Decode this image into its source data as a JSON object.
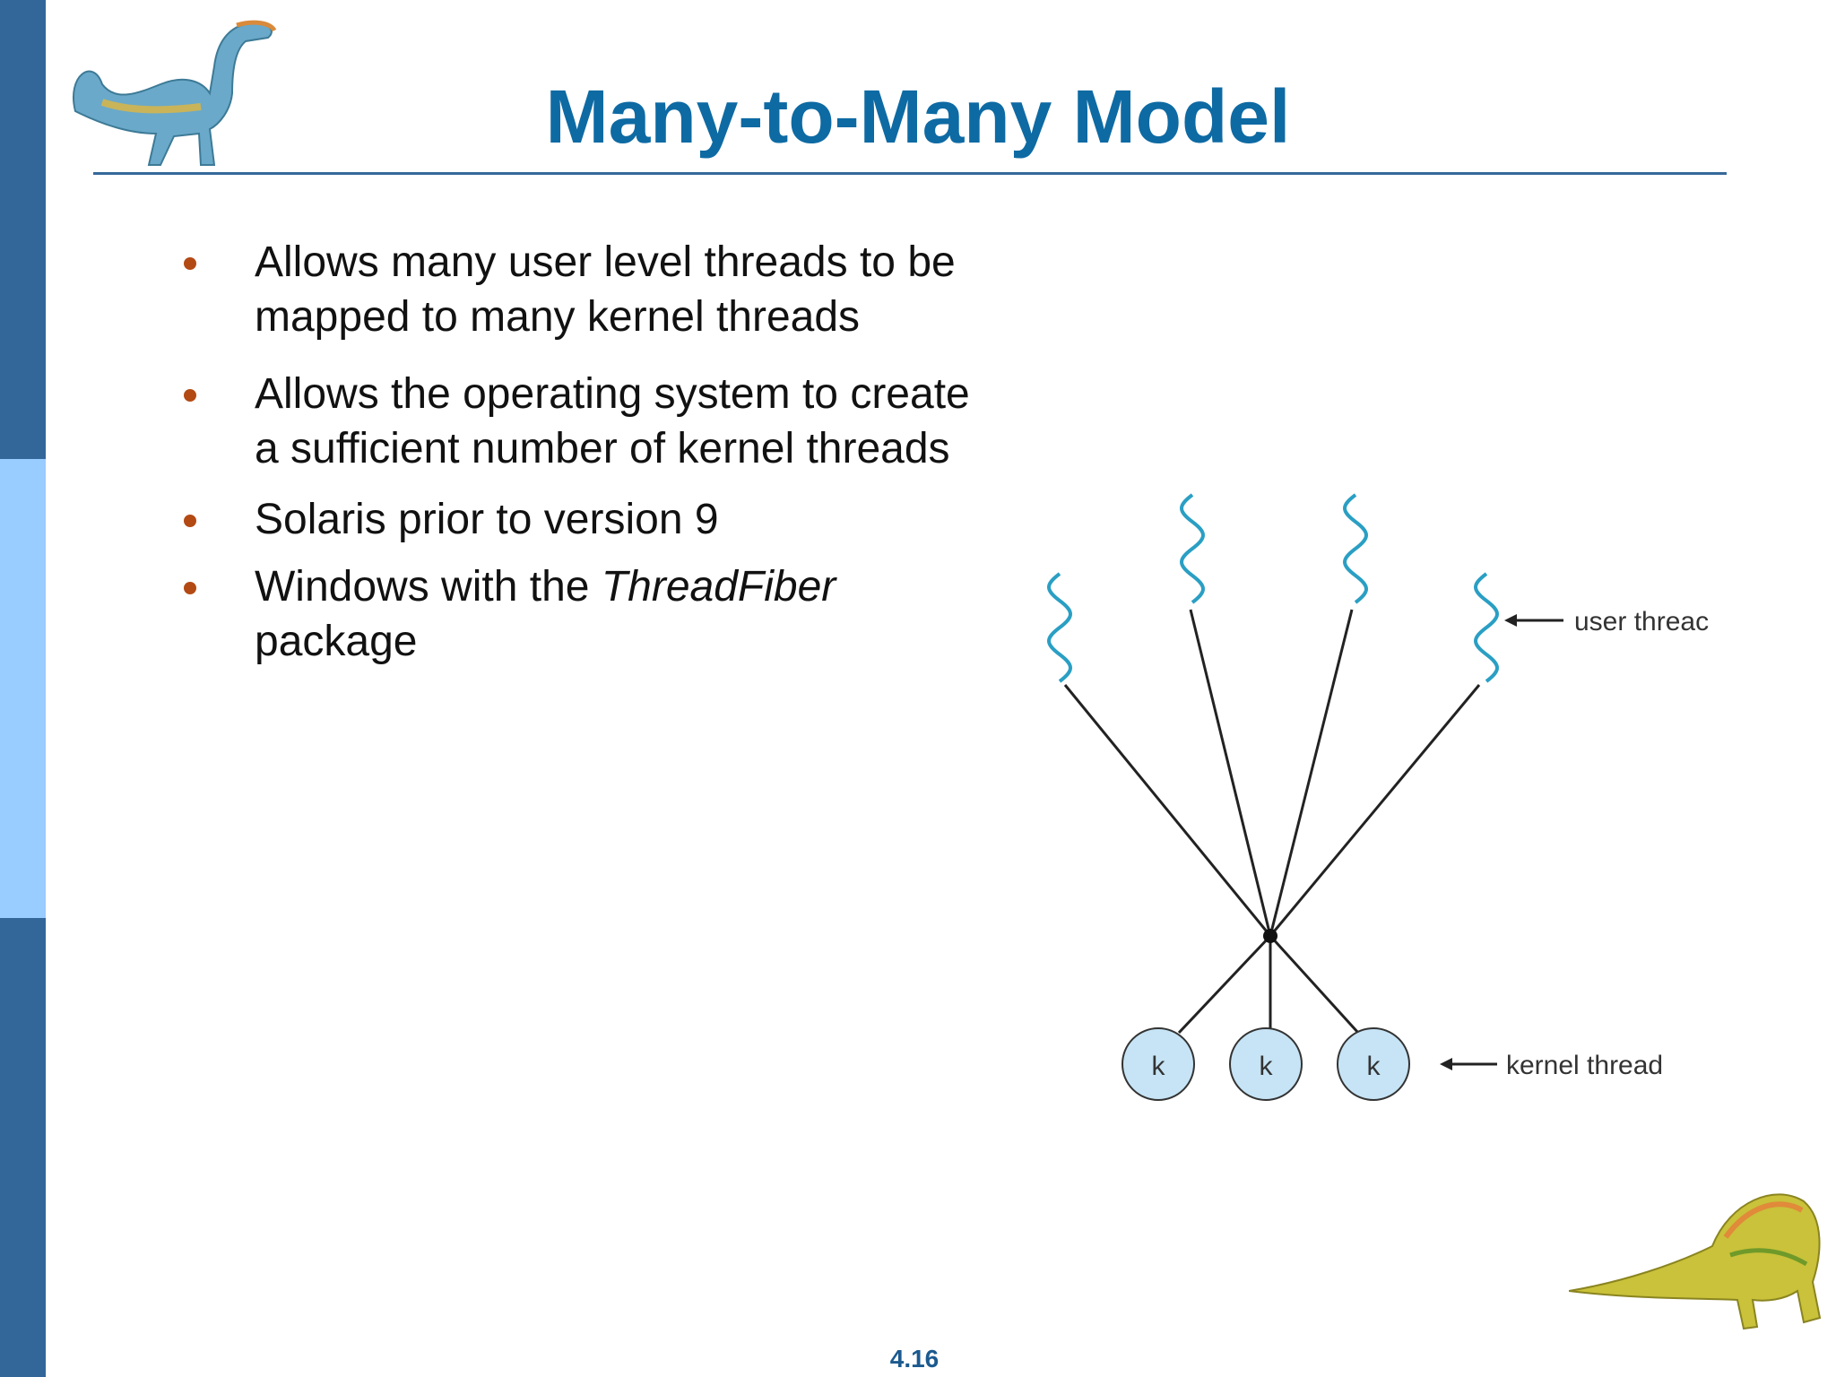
{
  "slide": {
    "title": "Many-to-Many Model",
    "page_number": "4.16"
  },
  "bullets": [
    {
      "line1": "Allows many user level threads to be",
      "line2": "mapped to many kernel threads"
    },
    {
      "line1": "Allows the  operating system to create",
      "line2": "a sufficient number of kernel threads"
    },
    {
      "line1": "Solaris prior to version 9"
    },
    {
      "prefix": "Windows  with the ",
      "italic": "ThreadFiber",
      "line2": "package"
    }
  ],
  "diagram": {
    "user_thread_label": "user threac",
    "kernel_thread_label": "kernel thread",
    "kernel_node_label": "k",
    "kernel_nodes": [
      "k",
      "k",
      "k"
    ]
  },
  "colors": {
    "title": "#0e6aa3",
    "bullet_dot": "#b34a14",
    "sidebar_dark": "#336699",
    "sidebar_light": "#99ccff",
    "thread_wave": "#2a9fc4",
    "kernel_fill": "#c6e4f5"
  }
}
